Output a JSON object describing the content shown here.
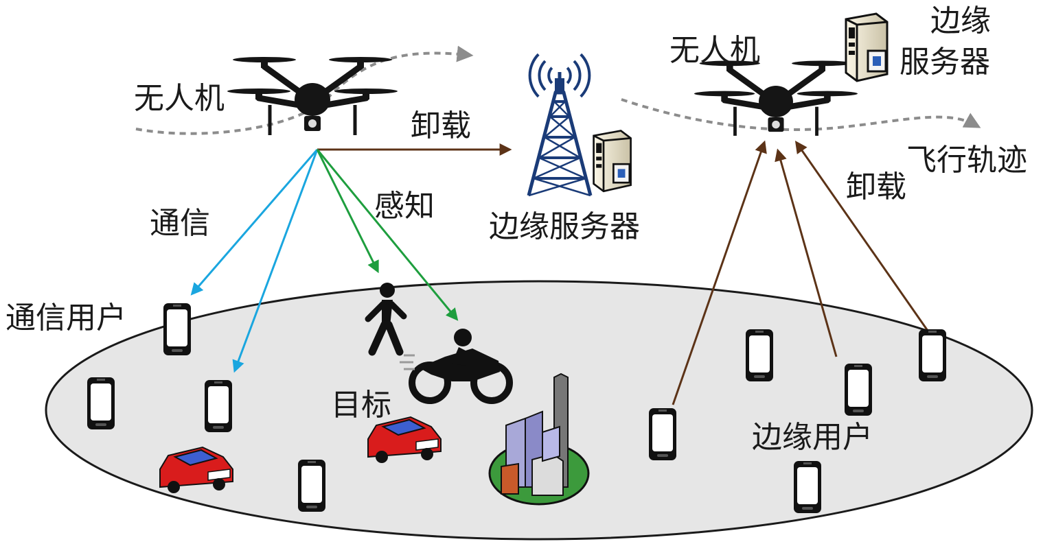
{
  "labels": {
    "uav_left": "无人机",
    "offload_top": "卸载",
    "comm": "通信",
    "sense": "感知",
    "edge_server_tower": "边缘服务器",
    "comm_users": "通信用户",
    "target": "目标",
    "uav_right": "无人机",
    "edge_server_right_line1": "边缘",
    "edge_server_right_line2": "服务器",
    "flight_path": "飞行轨迹",
    "offload_right": "卸载",
    "edge_users": "边缘用户"
  },
  "colors": {
    "communication": "#1aa6df",
    "sensing": "#1e9e3e",
    "offload": "#5c3317",
    "trajectory": "#8c8c8c",
    "ground": "#e6e6e6"
  }
}
